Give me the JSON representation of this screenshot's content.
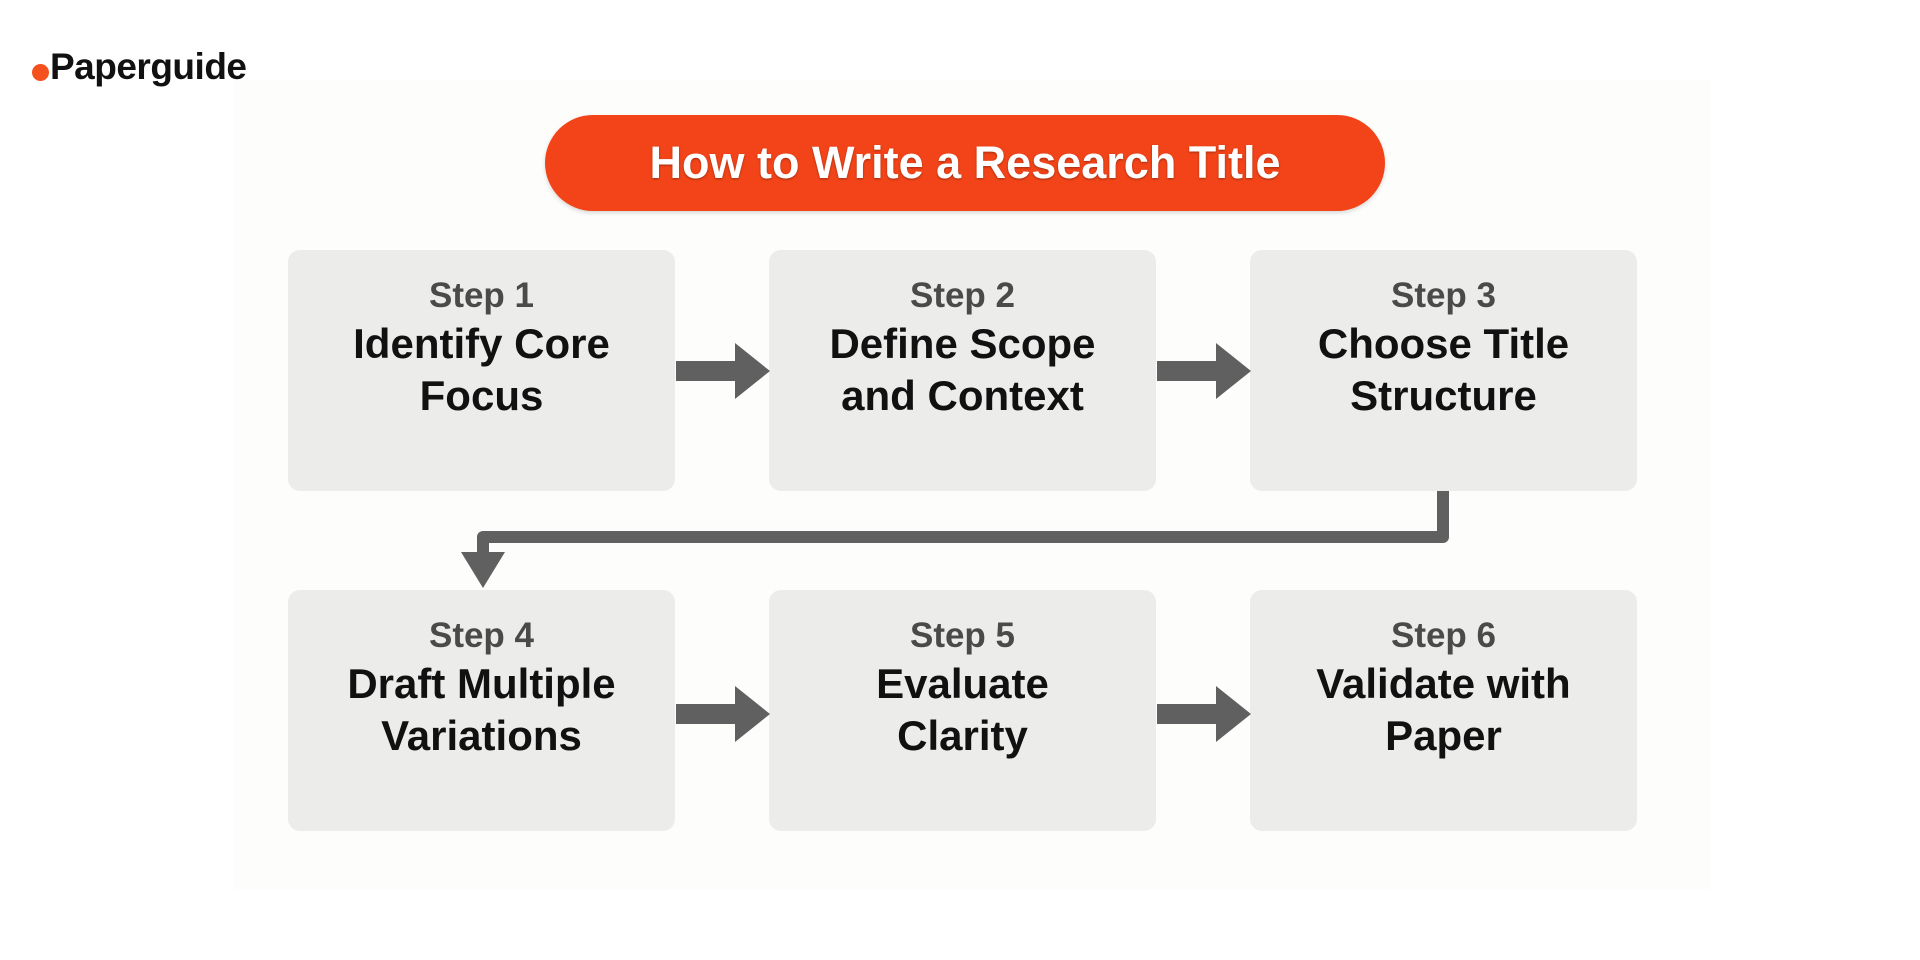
{
  "brand": {
    "name": "Paperguide",
    "dot_color": "#f4511e"
  },
  "diagram": {
    "title": "How to Write a Research Title",
    "title_color": "#f24418",
    "box_color": "#ececea",
    "arrow_color": "#606060",
    "steps": [
      {
        "label": "Step 1",
        "title_line1": "Identify Core",
        "title_line2": "Focus"
      },
      {
        "label": "Step 2",
        "title_line1": "Define Scope",
        "title_line2": "and Context"
      },
      {
        "label": "Step 3",
        "title_line1": "Choose Title",
        "title_line2": "Structure"
      },
      {
        "label": "Step 4",
        "title_line1": "Draft Multiple",
        "title_line2": "Variations"
      },
      {
        "label": "Step 5",
        "title_line1": "Evaluate",
        "title_line2": "Clarity"
      },
      {
        "label": "Step 6",
        "title_line1": "Validate with",
        "title_line2": "Paper"
      }
    ],
    "flow": [
      "Step 1 → Step 2",
      "Step 2 → Step 3",
      "Step 3 → Step 4",
      "Step 4 → Step 5",
      "Step 5 → Step 6"
    ]
  }
}
